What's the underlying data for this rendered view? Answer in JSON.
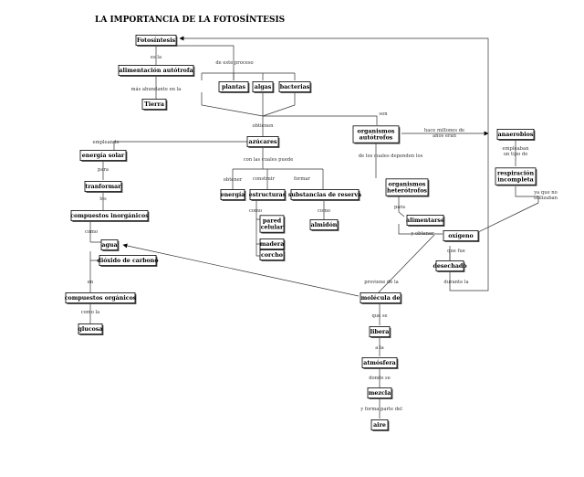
{
  "title": "LA IMPORTANCIA DE LA FOTOSÍNTESIS",
  "nodes": {
    "fotosintesis": "Fotosíntesis",
    "alimentacion": "alimentación autótrofa",
    "tierra": "Tierra",
    "plantas": "plantas",
    "algas": "algas",
    "bacterias": "bacterias",
    "azucares": "azúcares",
    "organismos_autotrofos": [
      "organismos",
      "autótrofos"
    ],
    "anaerobios": "anaerobios",
    "respiracion": [
      "respiración",
      "incompleta"
    ],
    "energia_solar": "energía solar",
    "tranformar": "tranformar",
    "compuestos_inorganicos": "compuestos inorgánicos",
    "agua": "agua",
    "dioxido": "dióxido de carbono",
    "compuestos_organicos": "compuestos orgánicos",
    "glucosa": "glucosa",
    "energia": "energía",
    "estructuras": "estructuras",
    "pared_celular": [
      "pared",
      "celular"
    ],
    "madera": "madera",
    "corcho": "corcho",
    "substancias": "substancias de reserva",
    "almidon": "almidón",
    "organismos_heterotrofos": [
      "organismos",
      "heterótrofos"
    ],
    "alimentarse": "alimentarse",
    "oxigeno": "oxígeno",
    "desechado": "desechado",
    "molecula": "molécula de",
    "libera": "libera",
    "atmosfera": "atmósfera",
    "mezcla": "mezcla",
    "aire": "aire"
  },
  "links": {
    "es_la": "es la",
    "mas_abundante": "más abundante en la",
    "de_este_proceso": "de este proceso",
    "obtienen": "obtienen",
    "son": "son",
    "hace_millones": [
      "hace millones de",
      "años eran"
    ],
    "empleaban": [
      "empleaban",
      "un tipo de"
    ],
    "ya_que_no": [
      "ya que no",
      "utilizaban"
    ],
    "empleando": "empleando",
    "para": "para",
    "los": "los",
    "como_1": "como",
    "en": "en",
    "como_la": "como la",
    "con_las_cuales": "con las cuales puede",
    "obtener": "obtener",
    "construir": "construir",
    "formar": "formar",
    "como_2": "como",
    "como_3": "como",
    "de_los_cuales": "de los cuales dependen los",
    "para_2": "para",
    "y_obtener": "y obtener",
    "que_fue": "que fue",
    "durante_la": "durante la",
    "proviene": "proviene de la",
    "que_se": "que se",
    "a_la": "a la",
    "donde_se": "donde se",
    "y_forma": "y forma parte del"
  },
  "colors": {
    "line": "#333333",
    "box_border": "#000000",
    "shadow": "#555555"
  }
}
